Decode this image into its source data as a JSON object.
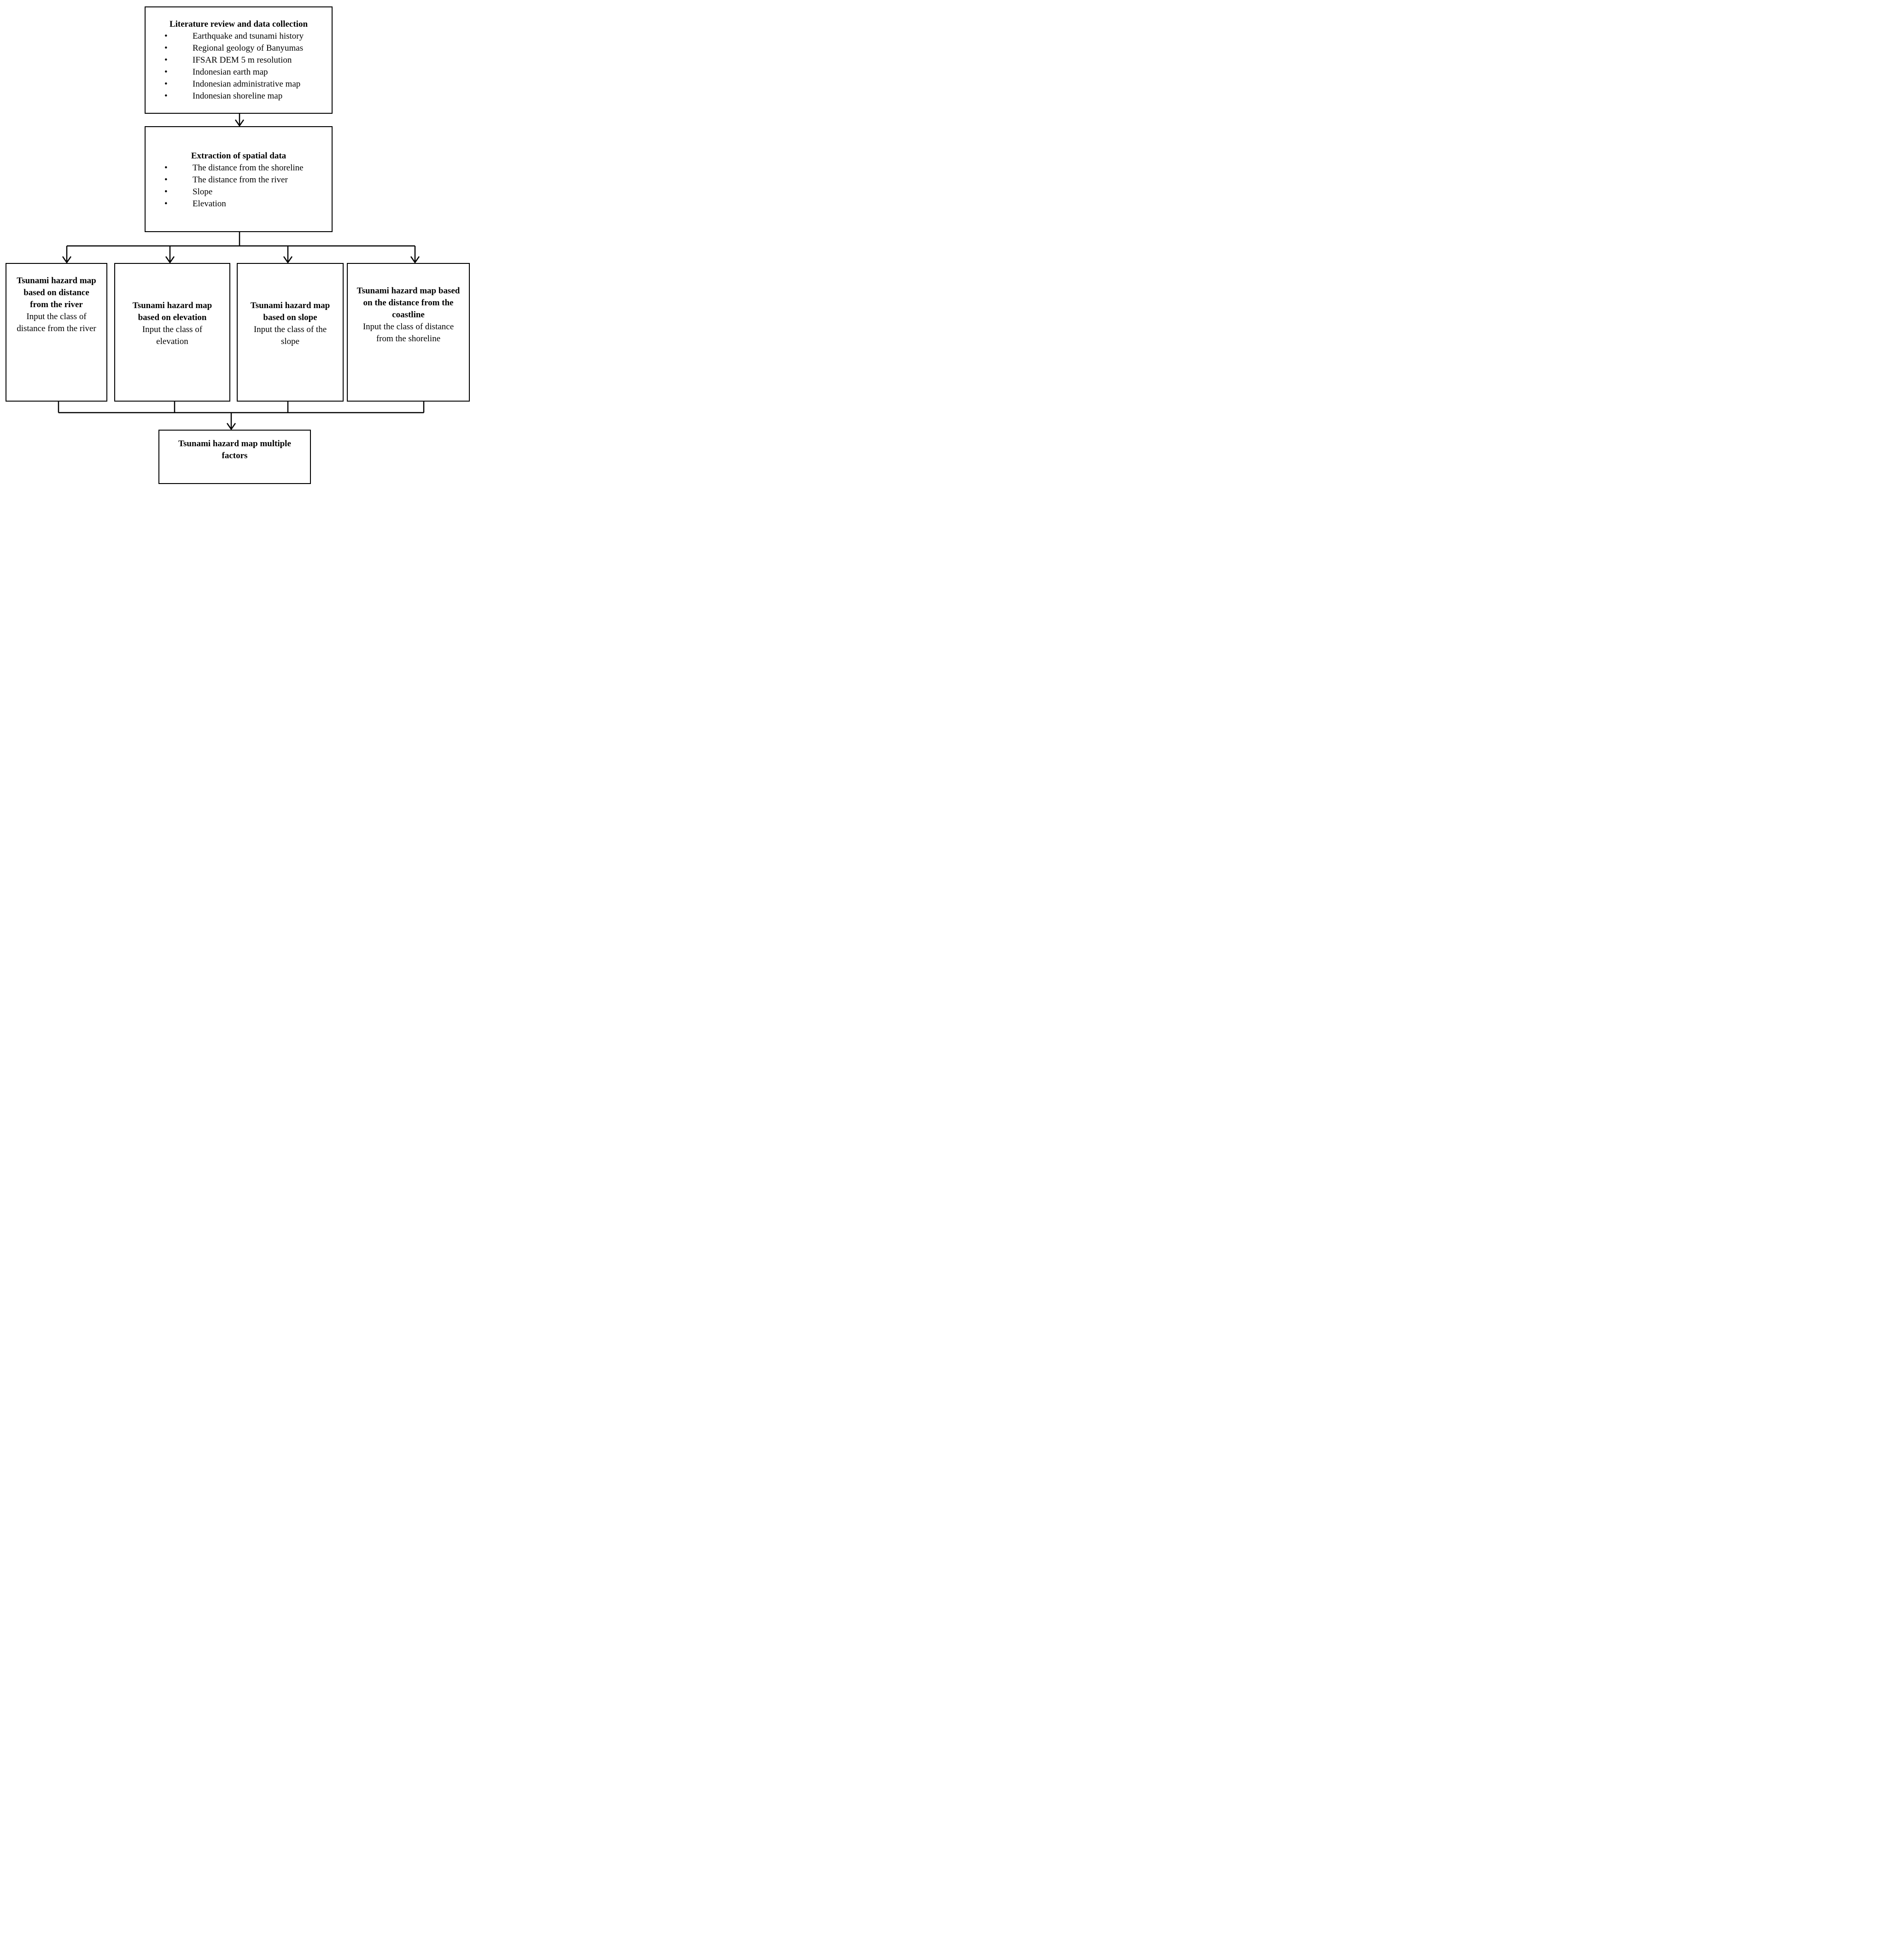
{
  "diagram": {
    "type": "flowchart",
    "background_color": "#ffffff",
    "line_color": "#000000",
    "text_color": "#000000"
  },
  "icons": {
    "bullet": "•",
    "arrowhead": "open-v-down"
  },
  "boxes": {
    "literature": {
      "title": "Literature review and data collection",
      "items": [
        "Earthquake and tsunami history",
        "Regional geology of Banyumas",
        "IFSAR DEM 5 m resolution",
        "Indonesian earth map",
        "Indonesian administrative map",
        "Indonesian shoreline map"
      ]
    },
    "extraction": {
      "title": "Extraction of spatial data",
      "items": [
        "The distance from the shoreline",
        "The distance from the river",
        "Slope",
        "Elevation"
      ]
    },
    "river": {
      "title": "Tsunami hazard map based on distance from the river",
      "body": "Input the class of distance from the river"
    },
    "elevation": {
      "title": "Tsunami hazard map based on elevation",
      "body": "Input the class of elevation"
    },
    "slope": {
      "title": "Tsunami hazard map based on slope",
      "body": "Input the class of the slope"
    },
    "coastline": {
      "title": "Tsunami hazard map based on the distance from the coastline",
      "body": "Input the class of distance from the shoreline"
    },
    "multiple": {
      "title": "Tsunami hazard map multiple factors"
    }
  }
}
